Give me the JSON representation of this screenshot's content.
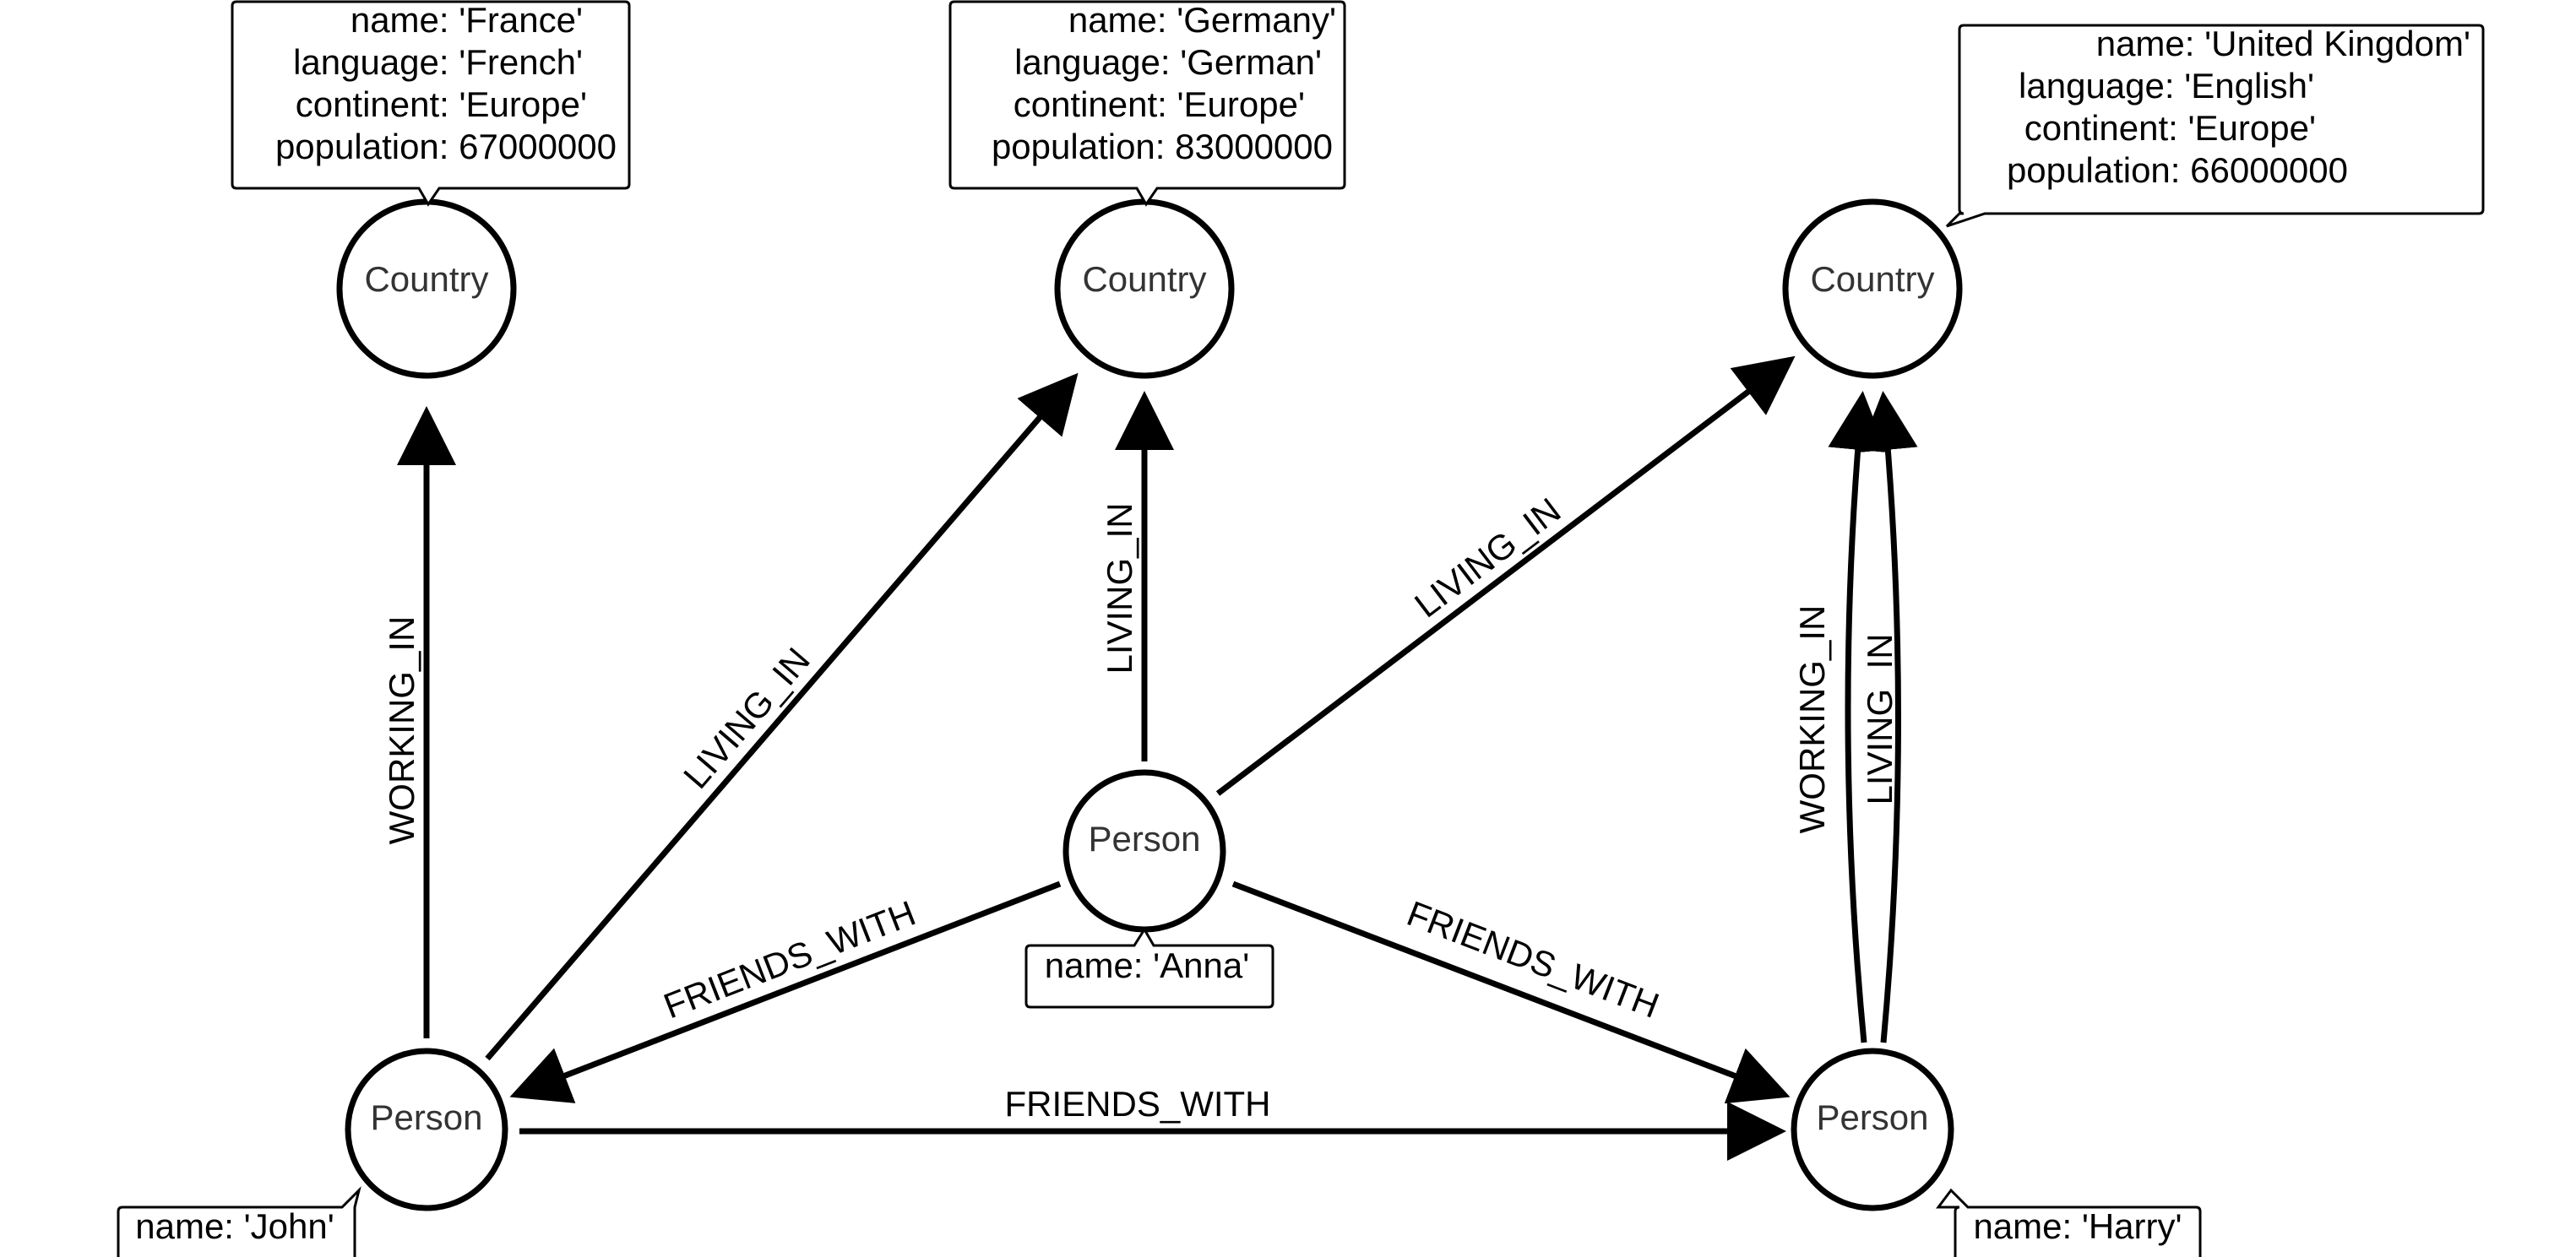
{
  "nodes": {
    "france": {
      "label": "Country",
      "props": [
        "name: 'France'",
        "language: 'French'",
        "continent: 'Europe'",
        "population: 67000000"
      ]
    },
    "germany": {
      "label": "Country",
      "props": [
        "name: 'Germany'",
        "language: 'German'",
        "continent: 'Europe'",
        "population: 83000000"
      ]
    },
    "uk": {
      "label": "Country",
      "props": [
        "name: 'United Kingdom'",
        "language: 'English'",
        "continent: 'Europe'",
        "population: 66000000"
      ]
    },
    "anna": {
      "label": "Person",
      "props": [
        "name: 'Anna'"
      ]
    },
    "john": {
      "label": "Person",
      "props": [
        "name: 'John'"
      ]
    },
    "harry": {
      "label": "Person",
      "props": [
        "name: 'Harry'"
      ]
    }
  },
  "edges": {
    "john_france": "WORKING_IN",
    "john_germany": "LIVING_IN",
    "anna_germany": "LIVING_IN",
    "anna_uk": "LIVING_IN",
    "anna_john": "FRIENDS_WITH",
    "anna_harry": "FRIENDS_WITH",
    "john_harry": "FRIENDS_WITH",
    "harry_uk_working": "WORKING_IN",
    "harry_uk_living": "LIVING_IN"
  },
  "colors": {
    "stroke": "#000000",
    "node_fill": "#ffffff",
    "node_text": "#333333"
  }
}
